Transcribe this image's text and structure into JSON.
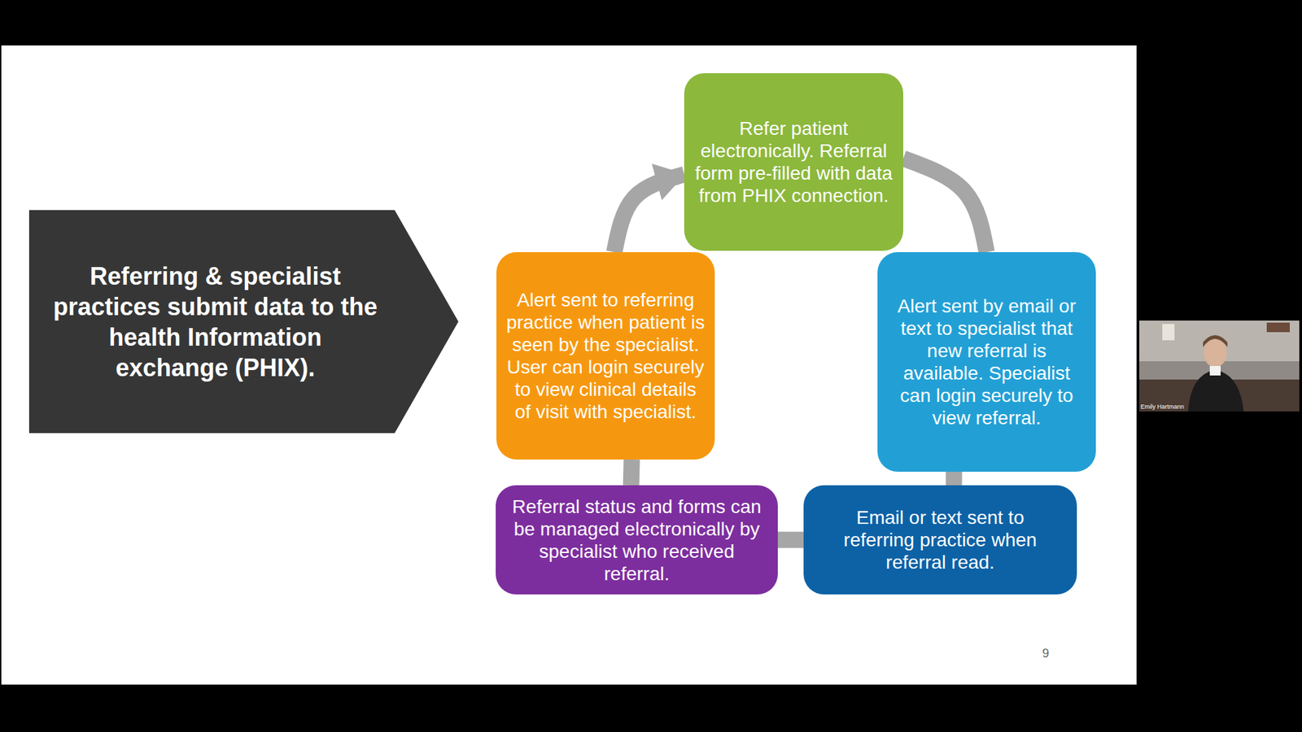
{
  "diagram": {
    "nodes": [
      {
        "text": [
          "Referring & specialist practices submit data to the health Information exchange (PHIX)."
        ]
      },
      {
        "text": [
          "Refer patient electronically. Referral form pre-filled with data from PHIX connection."
        ]
      },
      {
        "text": [
          "Alert sent by email or text to specialist that new referral is available. Specialist can login securely to view referral."
        ]
      },
      {
        "text": [
          "Email or text sent to referring practice when referral read."
        ]
      },
      {
        "text": [
          "Referral status and forms can be managed electronically by specialist who received referral."
        ]
      },
      {
        "text": [
          "Alert sent to referring practice when patient is seen by the specialist. User can login securely to view clinical details of visit with specialist."
        ]
      }
    ],
    "edges": [
      {
        "from": 1,
        "to": 2,
        "arrow": "none"
      },
      {
        "from": 2,
        "to": 3,
        "arrow": "none"
      },
      {
        "from": 3,
        "to": 4,
        "arrow": "none"
      },
      {
        "from": 4,
        "to": 5,
        "arrow": "none"
      },
      {
        "from": 5,
        "to": 1,
        "arrow": "to"
      }
    ],
    "labels": [
      "9",
      "Emily Hartmann"
    ]
  }
}
